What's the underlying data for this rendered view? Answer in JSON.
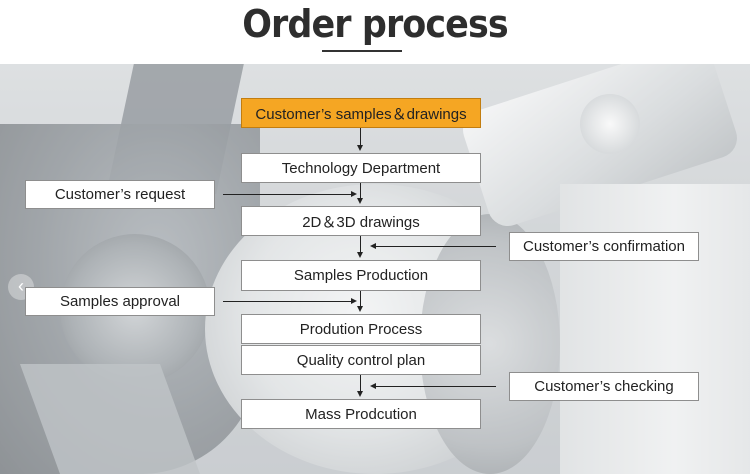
{
  "title": "Order process",
  "flow": {
    "steps": [
      {
        "label": "Customer’s samples＆drawings"
      },
      {
        "label": "Technology Department"
      },
      {
        "label": "2D＆3D drawings"
      },
      {
        "label": "Samples Production"
      },
      {
        "label": "Prodution Process"
      },
      {
        "label": "Quality control plan"
      },
      {
        "label": "Mass Prodcution"
      }
    ],
    "inputs": [
      {
        "label": "Customer’s request",
        "side": "left"
      },
      {
        "label": "Customer’s confirmation",
        "side": "right"
      },
      {
        "label": "Samples approval",
        "side": "left"
      },
      {
        "label": "Customer’s checking",
        "side": "right"
      }
    ]
  },
  "colors": {
    "highlight": "#f5a623",
    "box_border": "#8e8e8e",
    "title": "#2e2e2e"
  },
  "icons": {
    "carousel_prev": "chevron-left-icon"
  }
}
